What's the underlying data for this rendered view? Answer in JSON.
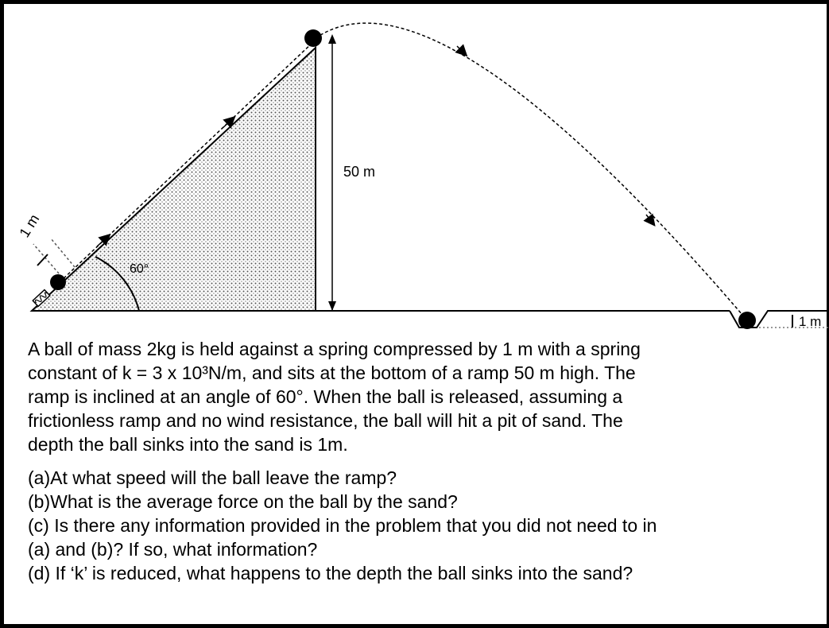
{
  "diagram": {
    "spring_length_label": "1 m",
    "angle_label": "60°",
    "height_label": "50 m",
    "pit_depth_label": "1 m"
  },
  "problem": {
    "lines": [
      "A ball of mass 2kg is held against a spring compressed by 1 m with a spring",
      "constant of  k = 3 x 10³N/m, and sits at the bottom of a ramp 50 m high.  The",
      "ramp is inclined at an angle of 60°.  When the ball is released, assuming a",
      "frictionless ramp and no wind resistance, the ball will hit a pit of sand.  The",
      "depth the ball sinks into the sand is 1m."
    ],
    "questions": [
      "(a)At what speed will the ball leave the ramp?",
      "(b)What is the average force on the ball by the sand?",
      "(c) Is there any information provided in the problem that you did not need to in",
      "(a) and (b)?  If so, what information?",
      "(d) If ‘k’ is reduced, what happens to the depth the ball sinks into the sand?"
    ]
  }
}
